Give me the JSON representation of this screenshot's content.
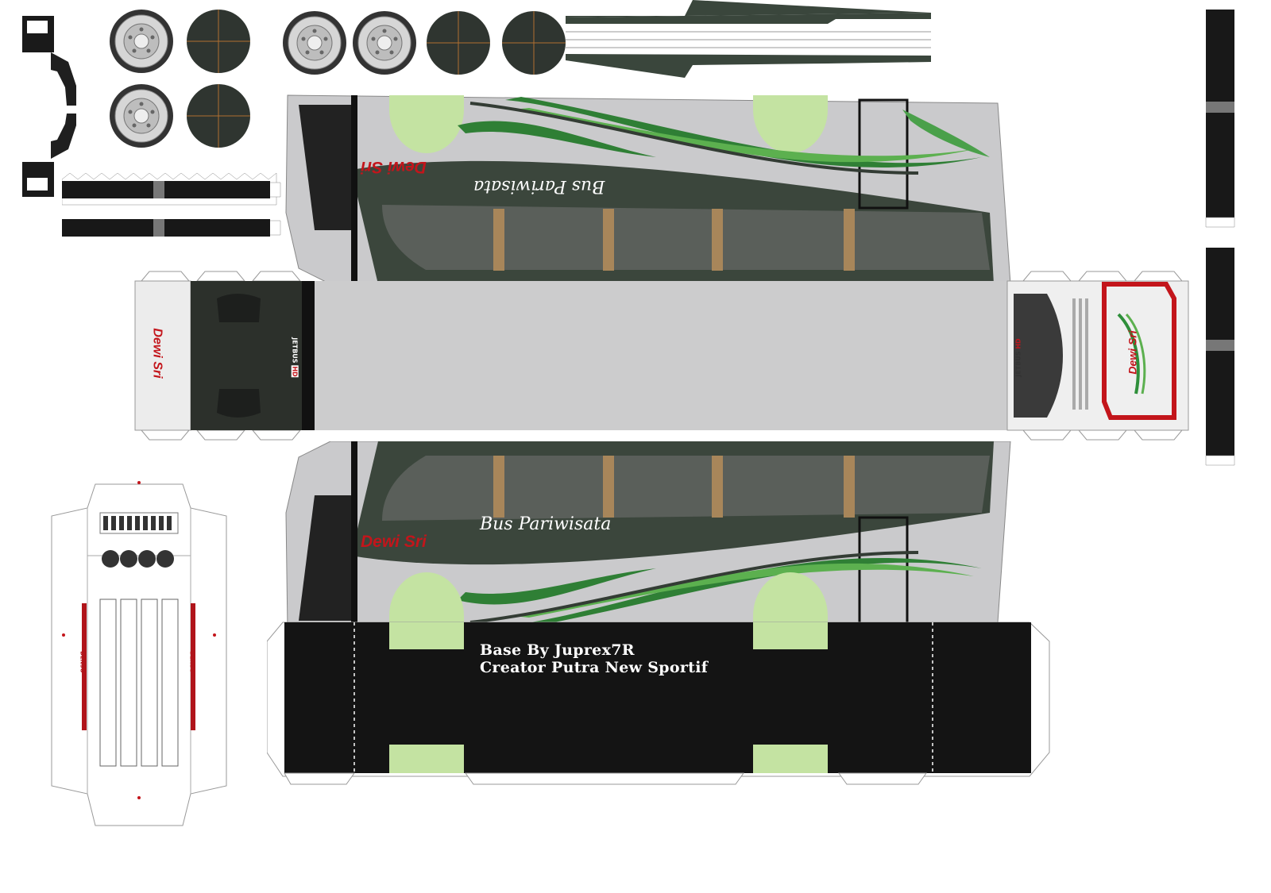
{
  "credits": {
    "line1": "Base By Juprex7R",
    "line2": "Creator Putra New Sportif"
  },
  "livery": {
    "operator": "Dewi Sri",
    "script_text": "Bus Pariwisata",
    "model": "JETBUS",
    "model_badge": "HD",
    "roof_brand": "DENSO"
  },
  "colors": {
    "body": "#c9c9cc",
    "dark": "#3c463d",
    "green": "#2e8f3a",
    "light_green": "#c4e3a2",
    "red": "#c3151b",
    "black": "#141414"
  },
  "icons": [
    "wheel-icon",
    "mirror-icon",
    "tire-tread-icon"
  ]
}
